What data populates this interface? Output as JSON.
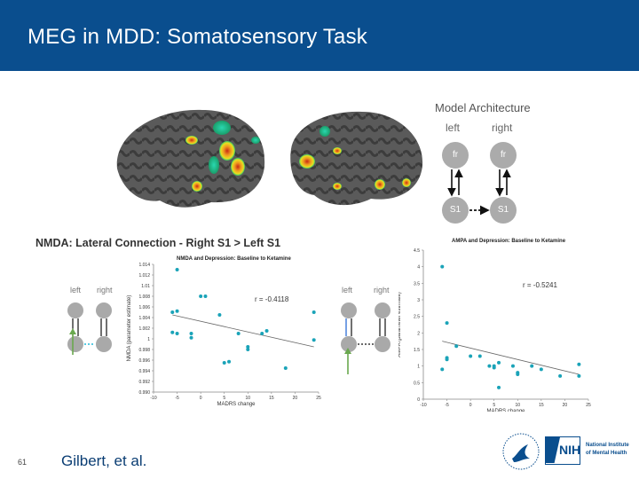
{
  "slide": {
    "title": "MEG in MDD: Somatosensory Task",
    "page_number": "61",
    "author": "Gilbert, et al."
  },
  "model_arch": {
    "title": "Model Architecture",
    "left": "left",
    "right": "right",
    "node_fr": "fr",
    "node_s1": "S1"
  },
  "figure": {
    "title": "NMDA: Lateral Connection - Right S1 > Left S1",
    "small_left": "left",
    "small_right": "right"
  },
  "logos": {
    "nih": "NIH",
    "institute": "National Institute\nof Mental Health"
  },
  "chart_data": [
    {
      "type": "scatter",
      "title": "NMDA and Depression: Baseline to Ketamine",
      "xlabel": "MADRS change",
      "ylabel": "NMDA (parameter estimate)",
      "xlim": [
        -10,
        25
      ],
      "ylim": [
        0.99,
        1.014
      ],
      "xticks": [
        -10,
        -5,
        0,
        5,
        10,
        15,
        20,
        25
      ],
      "yticks": [
        0.99,
        0.992,
        0.994,
        0.996,
        0.998,
        1,
        1.002,
        1.004,
        1.006,
        1.008,
        1.01,
        1.012,
        1.014
      ],
      "ytick_labels": [
        "0.990",
        "0.992",
        "0.994",
        "0.996",
        "0.998",
        "1",
        "1.002",
        "1.004",
        "1.006",
        "1.008",
        "1.01",
        "1.012",
        "1.014"
      ],
      "annotation": "r = -0.4118",
      "points": [
        [
          -5,
          1.013
        ],
        [
          0,
          1.008
        ],
        [
          1,
          1.008
        ],
        [
          -6,
          1.005
        ],
        [
          -5,
          1.0052
        ],
        [
          4,
          1.0045
        ],
        [
          -6,
          1.0012
        ],
        [
          -5,
          1.001
        ],
        [
          -2,
          1.001
        ],
        [
          -2,
          1.0002
        ],
        [
          8,
          1.001
        ],
        [
          10,
          0.998
        ],
        [
          10,
          0.9985
        ],
        [
          5,
          0.9955
        ],
        [
          6,
          0.9957
        ],
        [
          13,
          1.001
        ],
        [
          14,
          1.0015
        ],
        [
          18,
          0.9945
        ],
        [
          24,
          1.005
        ],
        [
          24,
          0.9998
        ]
      ],
      "trend": [
        [
          -6,
          1.0045
        ],
        [
          24,
          0.9985
        ]
      ]
    },
    {
      "type": "scatter",
      "title": "AMPA and Depression: Baseline to Ketamine",
      "xlabel": "MADRS change",
      "ylabel": "AMPA (parameter estimate)",
      "xlim": [
        -10,
        25
      ],
      "ylim": [
        0,
        4.5
      ],
      "xticks": [
        -10,
        -5,
        0,
        5,
        10,
        15,
        20,
        25
      ],
      "yticks": [
        0,
        0.5,
        1,
        1.5,
        2,
        2.5,
        3,
        3.5,
        4,
        4.5
      ],
      "annotation": "r = -0.5241",
      "points": [
        [
          -6,
          4.0
        ],
        [
          -5,
          2.3
        ],
        [
          -5,
          1.2
        ],
        [
          -5,
          1.25
        ],
        [
          -6,
          0.9
        ],
        [
          -3,
          1.6
        ],
        [
          0,
          1.3
        ],
        [
          2,
          1.3
        ],
        [
          4,
          1.0
        ],
        [
          5,
          1.0
        ],
        [
          5,
          0.95
        ],
        [
          6,
          1.1
        ],
        [
          6,
          0.35
        ],
        [
          9,
          1.0
        ],
        [
          10,
          0.75
        ],
        [
          10,
          0.8
        ],
        [
          13,
          1.0
        ],
        [
          15,
          0.9
        ],
        [
          19,
          0.7
        ],
        [
          23,
          1.05
        ],
        [
          23,
          0.7
        ]
      ],
      "trend": [
        [
          -6,
          1.75
        ],
        [
          23,
          0.75
        ]
      ]
    }
  ]
}
